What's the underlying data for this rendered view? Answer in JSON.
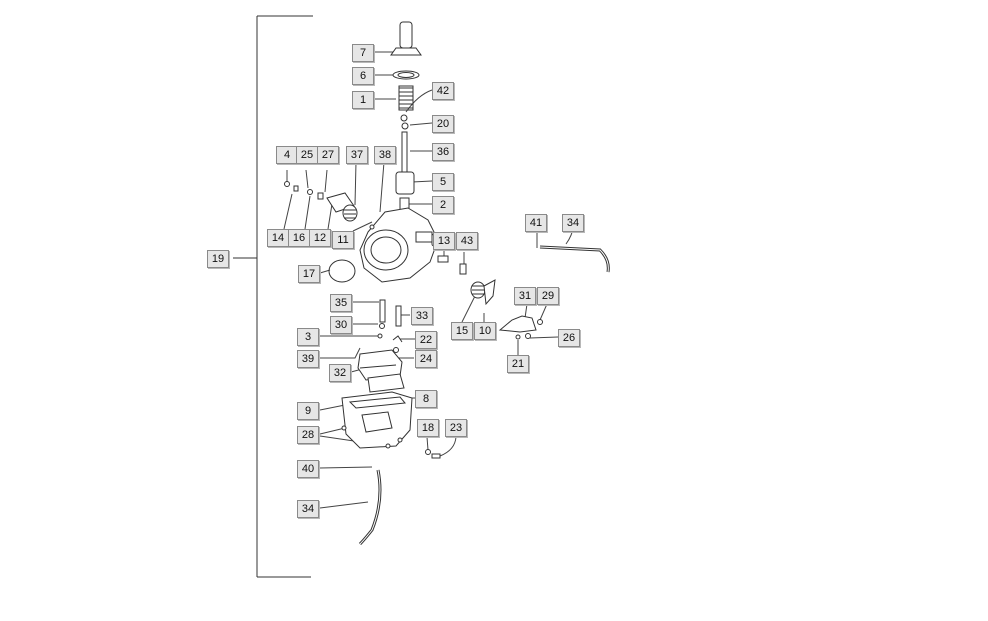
{
  "diagram": {
    "assembly_number": "19",
    "callouts": [
      {
        "id": "c7",
        "label": "7"
      },
      {
        "id": "c6",
        "label": "6"
      },
      {
        "id": "c1",
        "label": "1"
      },
      {
        "id": "c42",
        "label": "42"
      },
      {
        "id": "c20",
        "label": "20"
      },
      {
        "id": "c36",
        "label": "36"
      },
      {
        "id": "c5",
        "label": "5"
      },
      {
        "id": "c2",
        "label": "2"
      },
      {
        "id": "c4",
        "label": "4"
      },
      {
        "id": "c25",
        "label": "25"
      },
      {
        "id": "c27",
        "label": "27"
      },
      {
        "id": "c37",
        "label": "37"
      },
      {
        "id": "c38",
        "label": "38"
      },
      {
        "id": "c14",
        "label": "14"
      },
      {
        "id": "c16",
        "label": "16"
      },
      {
        "id": "c12",
        "label": "12"
      },
      {
        "id": "c11",
        "label": "11"
      },
      {
        "id": "c13",
        "label": "13"
      },
      {
        "id": "c43",
        "label": "43"
      },
      {
        "id": "c41",
        "label": "41"
      },
      {
        "id": "c34a",
        "label": "34"
      },
      {
        "id": "c17",
        "label": "17"
      },
      {
        "id": "c35",
        "label": "35"
      },
      {
        "id": "c33",
        "label": "33"
      },
      {
        "id": "c3",
        "label": "3"
      },
      {
        "id": "c30",
        "label": "30"
      },
      {
        "id": "c22",
        "label": "22"
      },
      {
        "id": "c39",
        "label": "39"
      },
      {
        "id": "c24",
        "label": "24"
      },
      {
        "id": "c32",
        "label": "32"
      },
      {
        "id": "c8",
        "label": "8"
      },
      {
        "id": "c9",
        "label": "9"
      },
      {
        "id": "c28",
        "label": "28"
      },
      {
        "id": "c18",
        "label": "18"
      },
      {
        "id": "c23",
        "label": "23"
      },
      {
        "id": "c40",
        "label": "40"
      },
      {
        "id": "c34b",
        "label": "34"
      },
      {
        "id": "c15",
        "label": "15"
      },
      {
        "id": "c10",
        "label": "10"
      },
      {
        "id": "c31",
        "label": "31"
      },
      {
        "id": "c29",
        "label": "29"
      },
      {
        "id": "c26",
        "label": "26"
      },
      {
        "id": "c21",
        "label": "21"
      }
    ]
  }
}
